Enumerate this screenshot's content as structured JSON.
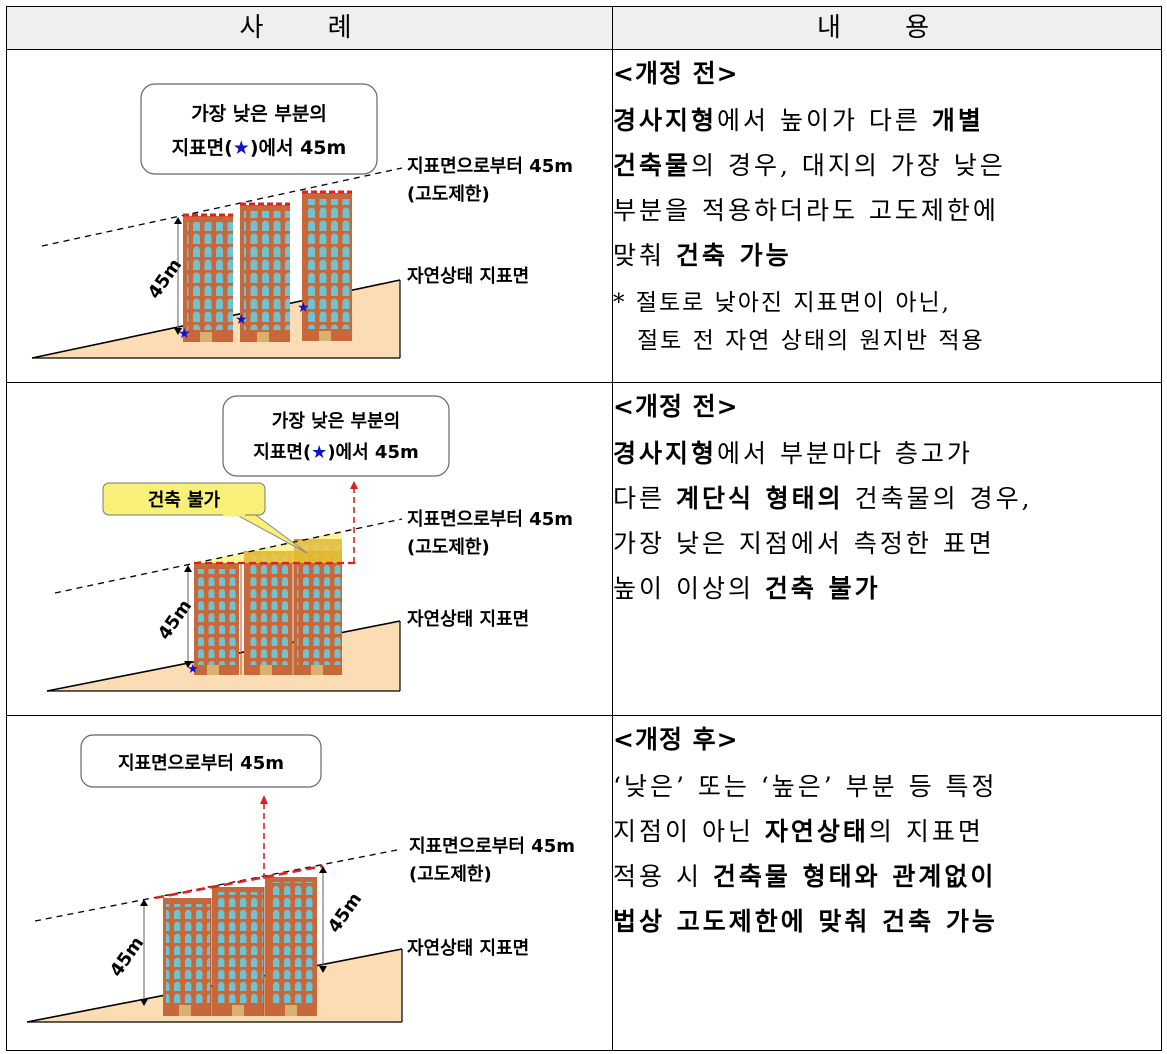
{
  "header": {
    "col_case": "사 례",
    "col_content": "내 용"
  },
  "rows": [
    {
      "figure": {
        "callout_line1": "가장 낮은 부분의",
        "callout_line2_pre": "지표면(",
        "callout_star": "★",
        "callout_line2_post": ")에서 45m",
        "limit_label_1": "지표면으로부터 45m",
        "limit_label_2": "(고도제한)",
        "ground_label": "자연상태 지표면",
        "dim_label": "45m"
      },
      "content": {
        "heading": "<개정 전>",
        "lines": [
          [
            {
              "t": "경사지형",
              "b": true
            },
            {
              "t": "에서 높이가 다른 ",
              "b": false
            },
            {
              "t": "개별",
              "b": true
            }
          ],
          [
            {
              "t": "건축물",
              "b": true
            },
            {
              "t": "의 경우, 대지의 가장 낮은",
              "b": false
            }
          ],
          [
            {
              "t": "부분을 적용하더라도 고도제한에",
              "b": false
            }
          ],
          [
            {
              "t": "맞춰 ",
              "b": false
            },
            {
              "t": "건축 가능",
              "b": true
            }
          ]
        ],
        "note_line1": "* 절토로 낮아진 지표면이 아닌,",
        "note_line2": "절토 전 자연 상태의 원지반 적용"
      }
    },
    {
      "figure": {
        "callout_line1": "가장 낮은 부분의",
        "callout_line2_pre": "지표면(",
        "callout_star": "★",
        "callout_line2_post": ")에서 45m",
        "warning_label": "건축 불가",
        "limit_label_1": "지표면으로부터 45m",
        "limit_label_2": "(고도제한)",
        "ground_label": "자연상태 지표면",
        "dim_label": "45m"
      },
      "content": {
        "heading": "<개정 전>",
        "lines": [
          [
            {
              "t": "경사지형",
              "b": true
            },
            {
              "t": "에서 부분마다 층고가",
              "b": false
            }
          ],
          [
            {
              "t": "다른 ",
              "b": false
            },
            {
              "t": "계단식 형태의",
              "b": true
            },
            {
              "t": " 건축물의 경우,",
              "b": false
            }
          ],
          [
            {
              "t": "가장 낮은 지점에서 측정한 표면",
              "b": false
            }
          ],
          [
            {
              "t": "높이 이상의 ",
              "b": false
            },
            {
              "t": "건축 불가",
              "b": true
            }
          ]
        ]
      }
    },
    {
      "figure": {
        "callout": "지표면으로부터 45m",
        "limit_label_1": "지표면으로부터 45m",
        "limit_label_2": "(고도제한)",
        "ground_label": "자연상태 지표면",
        "dim_label_left": "45m",
        "dim_label_right": "45m"
      },
      "content": {
        "heading": "<개정 후>",
        "lines": [
          [
            {
              "t": "‘낮은’ 또는 ‘높은’ 부분 등 특정",
              "b": false
            }
          ],
          [
            {
              "t": "지점이 아닌 ",
              "b": false
            },
            {
              "t": "자연상태",
              "b": true
            },
            {
              "t": "의 지표면",
              "b": false
            }
          ],
          [
            {
              "t": "적용 시 ",
              "b": false
            },
            {
              "t": "건축물 형태와 관계없이",
              "b": true
            }
          ],
          [
            {
              "t": "법상 고도제한에 맞춰 건축 가능",
              "b": true
            }
          ]
        ]
      }
    }
  ],
  "colors": {
    "building": "#c8683a",
    "window": "#6fc2d0",
    "door": "#d8b070",
    "ground": "#fcdcb4",
    "star": "#1010d0",
    "red_dash": "#e02020",
    "warning_fill": "#f8f078"
  }
}
